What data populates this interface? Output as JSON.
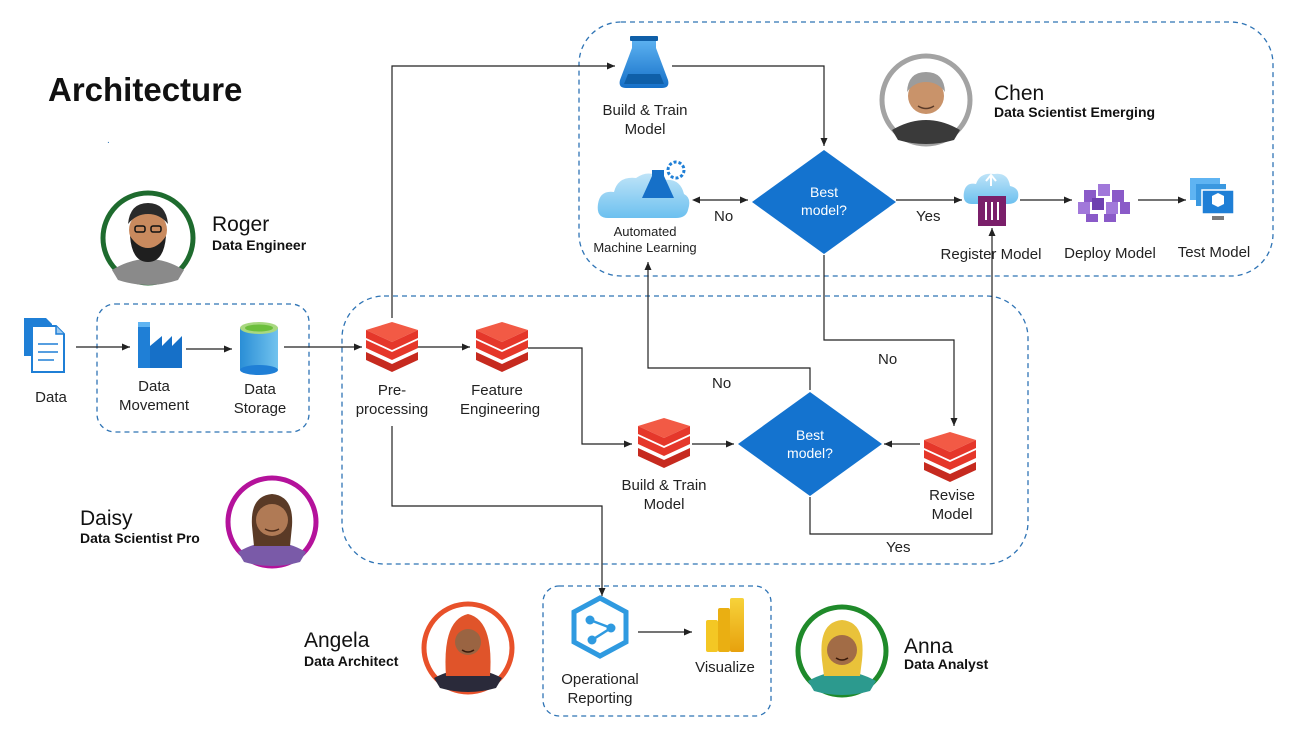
{
  "title": "Architecture",
  "personas": {
    "roger": {
      "name": "Roger",
      "role": "Data Engineer",
      "ring_color": "#1e6b2e"
    },
    "chen": {
      "name": "Chen",
      "role": "Data Scientist Emerging",
      "ring_color": "#9a9a9a"
    },
    "daisy": {
      "name": "Daisy",
      "role": "Data Scientist Pro",
      "ring_color": "#b4129b"
    },
    "angela": {
      "name": "Angela",
      "role": "Data Architect",
      "ring_color": "#e8512a"
    },
    "anna": {
      "name": "Anna",
      "role": "Data Analyst",
      "ring_color": "#1f8a2a"
    }
  },
  "ingest": {
    "data": "Data",
    "data_movement": [
      "Data",
      "Movement"
    ],
    "data_storage": [
      "Data",
      "Storage"
    ]
  },
  "processing": {
    "preprocessing": [
      "Pre-",
      "processing"
    ],
    "feature_engineering": [
      "Feature",
      "Engineering"
    ],
    "build_train": [
      "Build  & Train",
      "Model"
    ],
    "best_model": [
      "Best",
      "model?"
    ],
    "revise_model": [
      "Revise",
      "Model"
    ]
  },
  "azure_ml": {
    "build_train": [
      "Build  & Train",
      "Model"
    ],
    "automated_ml": [
      "Automated",
      "Machine Learning"
    ],
    "best_model": [
      "Best",
      "model?"
    ],
    "register_model": "Register Model",
    "deploy_model": "Deploy Model",
    "test_model": "Test Model"
  },
  "reporting": {
    "operational_reporting": [
      "Operational",
      "Reporting"
    ],
    "visualize": "Visualize"
  },
  "flow_labels": {
    "no_top": "No",
    "yes_top": "Yes",
    "no_mid": "No",
    "no_left": "No",
    "yes_bottom": "Yes"
  },
  "colors": {
    "accent_blue": "#0f78d4",
    "group_dash": "#2f74b5",
    "databricks_red": "#e5372a",
    "decision_blue": "#1473cf"
  }
}
